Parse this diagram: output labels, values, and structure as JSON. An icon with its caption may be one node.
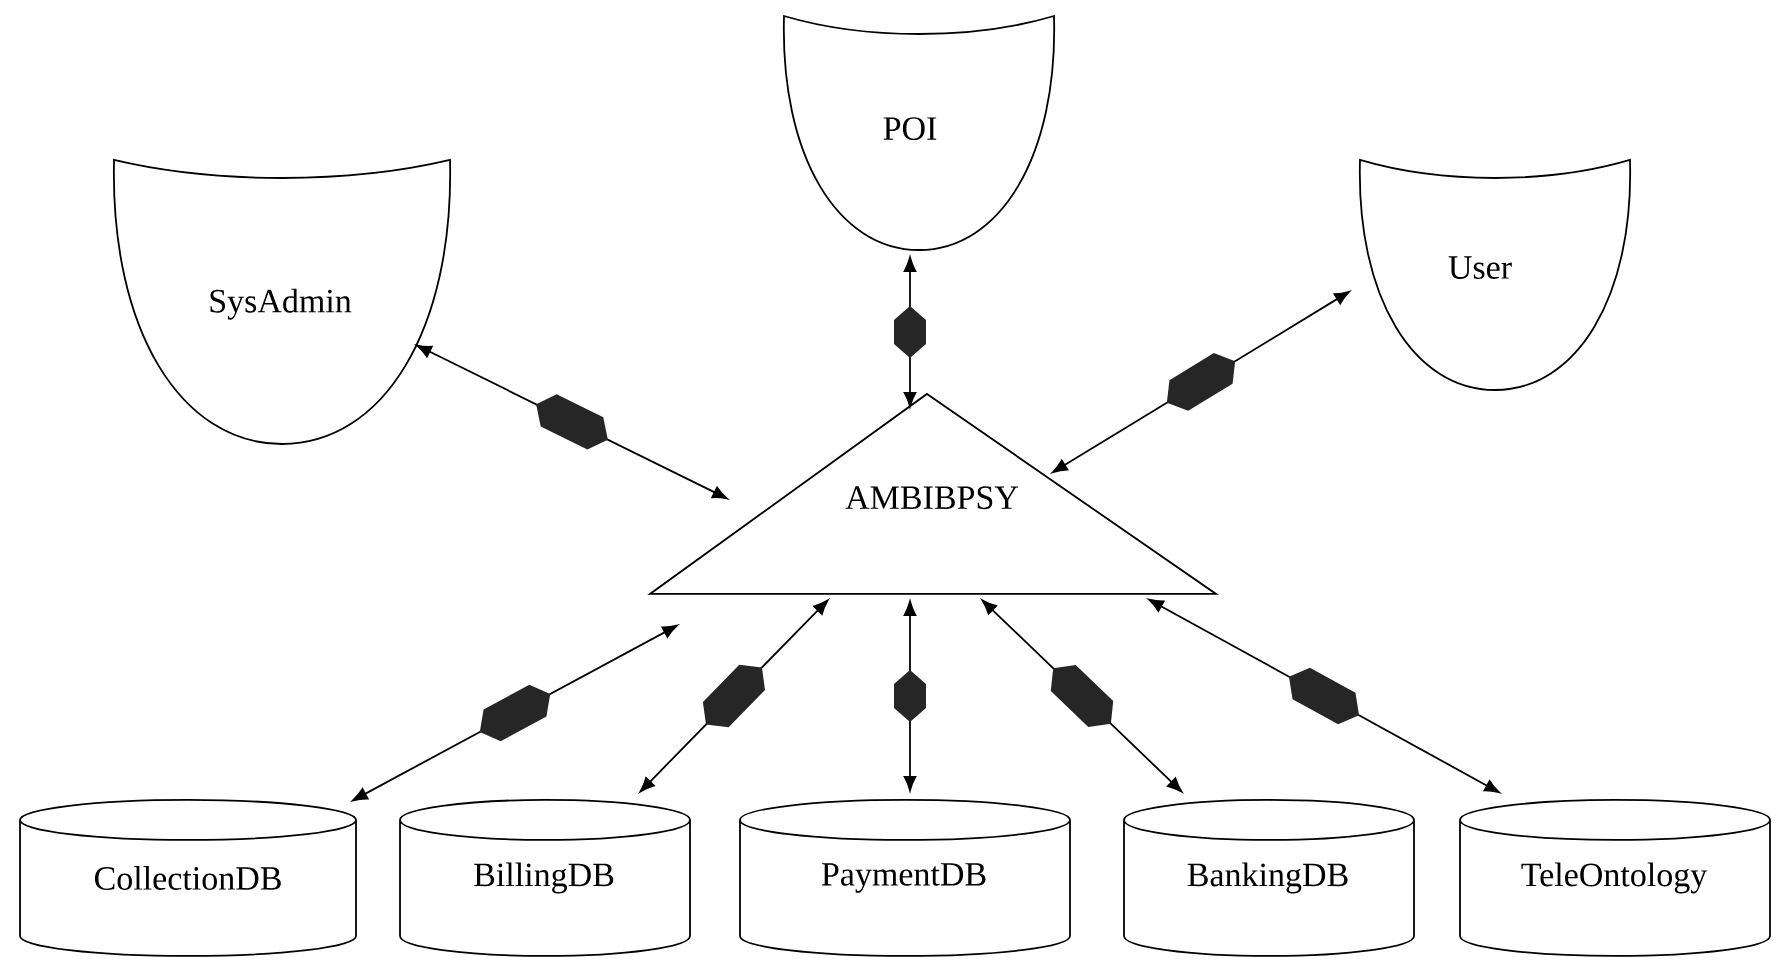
{
  "diagram": {
    "nodes": [
      {
        "text": [
          "SysAdmin"
        ]
      },
      {
        "text": [
          "POI"
        ]
      },
      {
        "text": [
          "User"
        ]
      },
      {
        "text": [
          "AMBIBPSY"
        ]
      },
      {
        "text": [
          "CollectionDB"
        ]
      },
      {
        "text": [
          "BillingDB"
        ]
      },
      {
        "text": [
          "PaymentDB"
        ]
      },
      {
        "text": [
          "BankingDB"
        ]
      },
      {
        "text": [
          "TeleOntology"
        ]
      }
    ],
    "edges": [
      {
        "from": 0,
        "to": 3,
        "arrow": "both"
      },
      {
        "from": 1,
        "to": 3,
        "arrow": "both"
      },
      {
        "from": 2,
        "to": 3,
        "arrow": "both"
      },
      {
        "from": 4,
        "to": 3,
        "arrow": "both"
      },
      {
        "from": 5,
        "to": 3,
        "arrow": "both"
      },
      {
        "from": 6,
        "to": 3,
        "arrow": "both"
      },
      {
        "from": 7,
        "to": 3,
        "arrow": "both"
      },
      {
        "from": 8,
        "to": 3,
        "arrow": "both"
      }
    ]
  }
}
